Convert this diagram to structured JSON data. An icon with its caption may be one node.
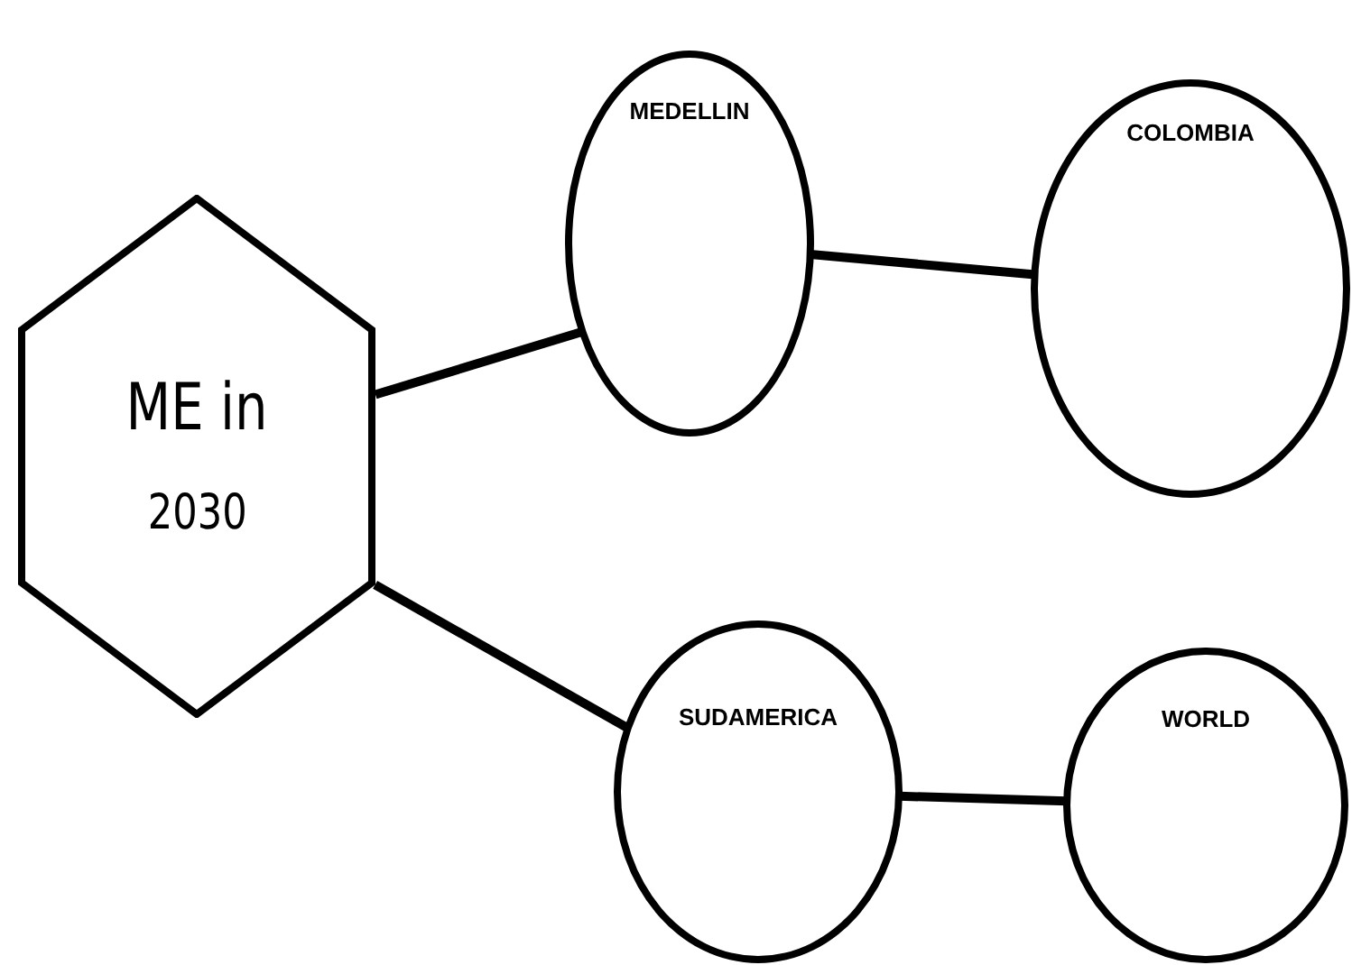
{
  "diagram": {
    "nodes": [
      {
        "text": [
          "ME in",
          "2030"
        ]
      },
      {
        "text": [
          "MEDELLIN"
        ]
      },
      {
        "text": [
          "COLOMBIA"
        ]
      },
      {
        "text": [
          "SUDAMERICA"
        ]
      },
      {
        "text": [
          "WORLD"
        ]
      }
    ],
    "edges": [
      {
        "from": 0,
        "to": 1,
        "arrow": "none"
      },
      {
        "from": 1,
        "to": 2,
        "arrow": "none"
      },
      {
        "from": 0,
        "to": 3,
        "arrow": "none"
      },
      {
        "from": 3,
        "to": 4,
        "arrow": "none"
      }
    ]
  }
}
